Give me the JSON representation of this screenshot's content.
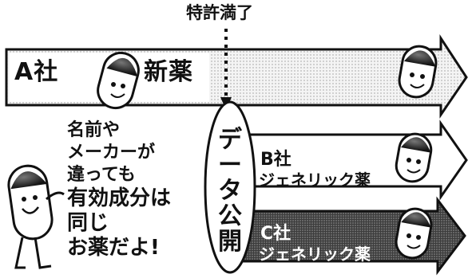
{
  "patent_label": "特許満了",
  "company_a": "A社",
  "drug_a": "新薬",
  "company_b": "B社",
  "drug_b": "ジェネリック薬",
  "company_c": "C社",
  "drug_c": "ジェネリック薬",
  "data_release": [
    "デ",
    "ー",
    "タ",
    "公",
    "開"
  ],
  "speech_lines": [
    "名前や",
    "メーカーが",
    "違っても",
    "有効成分は",
    "同じ",
    "お薬だよ!"
  ]
}
